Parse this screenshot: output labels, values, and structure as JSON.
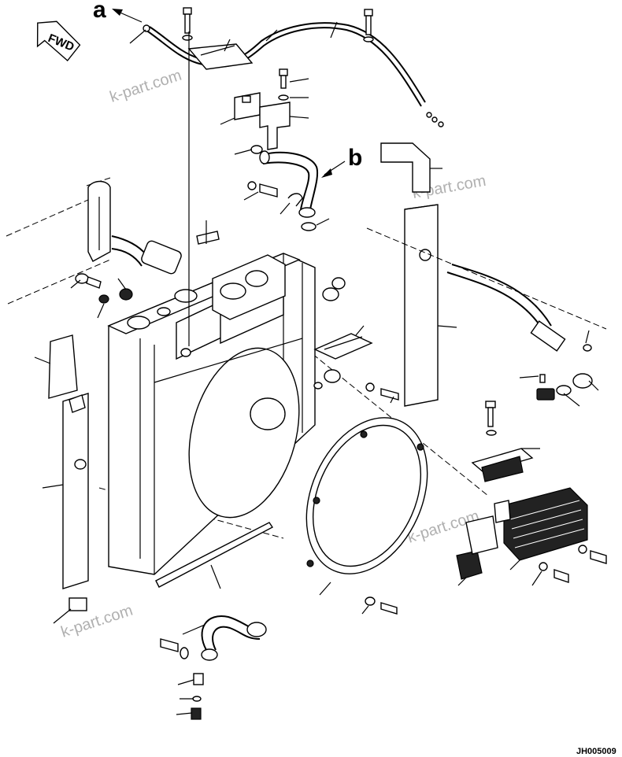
{
  "callouts": {
    "a_top": "a",
    "a_bottom": "a",
    "b_top": "b",
    "b_bottom": "b"
  },
  "direction_label": "FWD",
  "watermarks": [
    "k-part.com",
    "k-part.com",
    "k-part.com",
    "k-part.com"
  ],
  "drawing_code": "JH005009"
}
